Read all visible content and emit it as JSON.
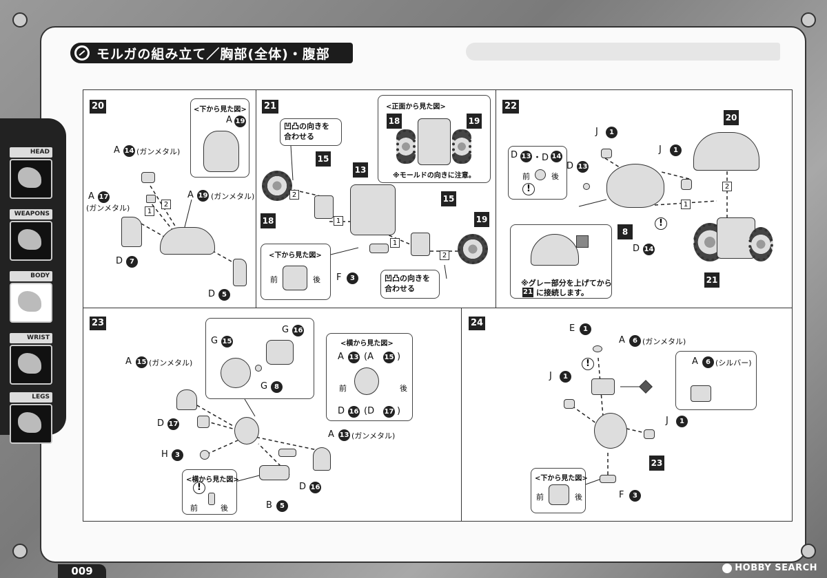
{
  "page": {
    "title": "モルガの組み立て／胸部(全体)・腹部",
    "page_number": "009",
    "watermark": "HOBBY SEARCH"
  },
  "sidebar": {
    "items": [
      {
        "label": "HEAD"
      },
      {
        "label": "WEAPONS"
      },
      {
        "label": "BODY"
      },
      {
        "label": "WRIST"
      },
      {
        "label": "LEGS"
      }
    ]
  },
  "steps": {
    "s20": {
      "number": "20",
      "inset_title": "<下から見た図>",
      "inset_part": "A",
      "inset_num": "19",
      "labels": [
        {
          "letter": "A",
          "num": "14",
          "note": "(ガンメタル)"
        },
        {
          "letter": "A",
          "num": "17",
          "note": ""
        },
        {
          "letter": "",
          "num": "",
          "note": "(ガンメタル)"
        },
        {
          "letter": "A",
          "num": "19",
          "note": "(ガンメタル)"
        },
        {
          "letter": "D",
          "num": "7",
          "note": ""
        },
        {
          "letter": "D",
          "num": "5",
          "note": ""
        }
      ],
      "order": [
        "1",
        "2"
      ]
    },
    "s21": {
      "number": "21",
      "note1": "凹凸の向きを\n合わせる",
      "note2": "凹凸の向きを\n合わせる",
      "inset_top_title": "<正面から見た図>",
      "inset_top_note": "※モールドの向きに注意。",
      "inset_bottom_title": "<下から見た図>",
      "front": "前",
      "back": "後",
      "parts": [
        "18",
        "15",
        "13",
        "15",
        "19",
        "18",
        "19"
      ],
      "f_letter": "F",
      "f_num": "3",
      "order": [
        "2",
        "1",
        "1",
        "2"
      ]
    },
    "s22": {
      "number": "22",
      "inset_title": "D",
      "inset_n1": "13",
      "inset_sep": "・D",
      "inset_n2": "14",
      "front": "前",
      "back": "後",
      "note": "※グレー部分を上げてから\n21に接続します。",
      "note_step": "21",
      "note_rest": "に接続します。",
      "note_head": "※グレー部分を上げてから",
      "labels": [
        {
          "letter": "J",
          "num": "1"
        },
        {
          "letter": "J",
          "num": "1"
        },
        {
          "letter": "D",
          "num": "13"
        },
        {
          "letter": "D",
          "num": "14"
        }
      ],
      "parts": [
        "20",
        "8",
        "21"
      ],
      "order": [
        "1",
        "2"
      ]
    },
    "s23": {
      "number": "23",
      "inset_top": [
        {
          "letter": "G",
          "num": "15"
        },
        {
          "letter": "G",
          "num": "16"
        },
        {
          "letter": "G",
          "num": "8"
        }
      ],
      "side_title": "<横から見た図>",
      "side_a": "A",
      "side_a_num": "13",
      "side_a_alt": "(A",
      "side_a_alt_num": "15",
      "side_d": "D",
      "side_d_num": "16",
      "side_d_alt": "(D",
      "side_d_alt_num": "17",
      "close": ")",
      "front": "前",
      "back": "後",
      "bottom_title": "<横から見た図>",
      "labels": [
        {
          "letter": "A",
          "num": "15",
          "note": "(ガンメタル)"
        },
        {
          "letter": "D",
          "num": "17",
          "note": ""
        },
        {
          "letter": "H",
          "num": "3",
          "note": ""
        },
        {
          "letter": "A",
          "num": "13",
          "note": "(ガンメタル)"
        },
        {
          "letter": "D",
          "num": "16",
          "note": ""
        },
        {
          "letter": "B",
          "num": "5",
          "note": ""
        }
      ]
    },
    "s24": {
      "number": "24",
      "inset_letter": "A",
      "inset_num": "6",
      "inset_note": "(シルバー)",
      "bottom_title": "<下から見た図>",
      "front": "前",
      "back": "後",
      "labels": [
        {
          "letter": "E",
          "num": "1",
          "note": ""
        },
        {
          "letter": "A",
          "num": "6",
          "note": "(ガンメタル)"
        },
        {
          "letter": "J",
          "num": "1",
          "note": ""
        },
        {
          "letter": "J",
          "num": "1",
          "note": ""
        },
        {
          "letter": "F",
          "num": "3",
          "note": ""
        }
      ],
      "part": "23"
    }
  },
  "colors": {
    "ink": "#222222",
    "paper": "#fafafa",
    "frame": "#8c8c8c"
  }
}
